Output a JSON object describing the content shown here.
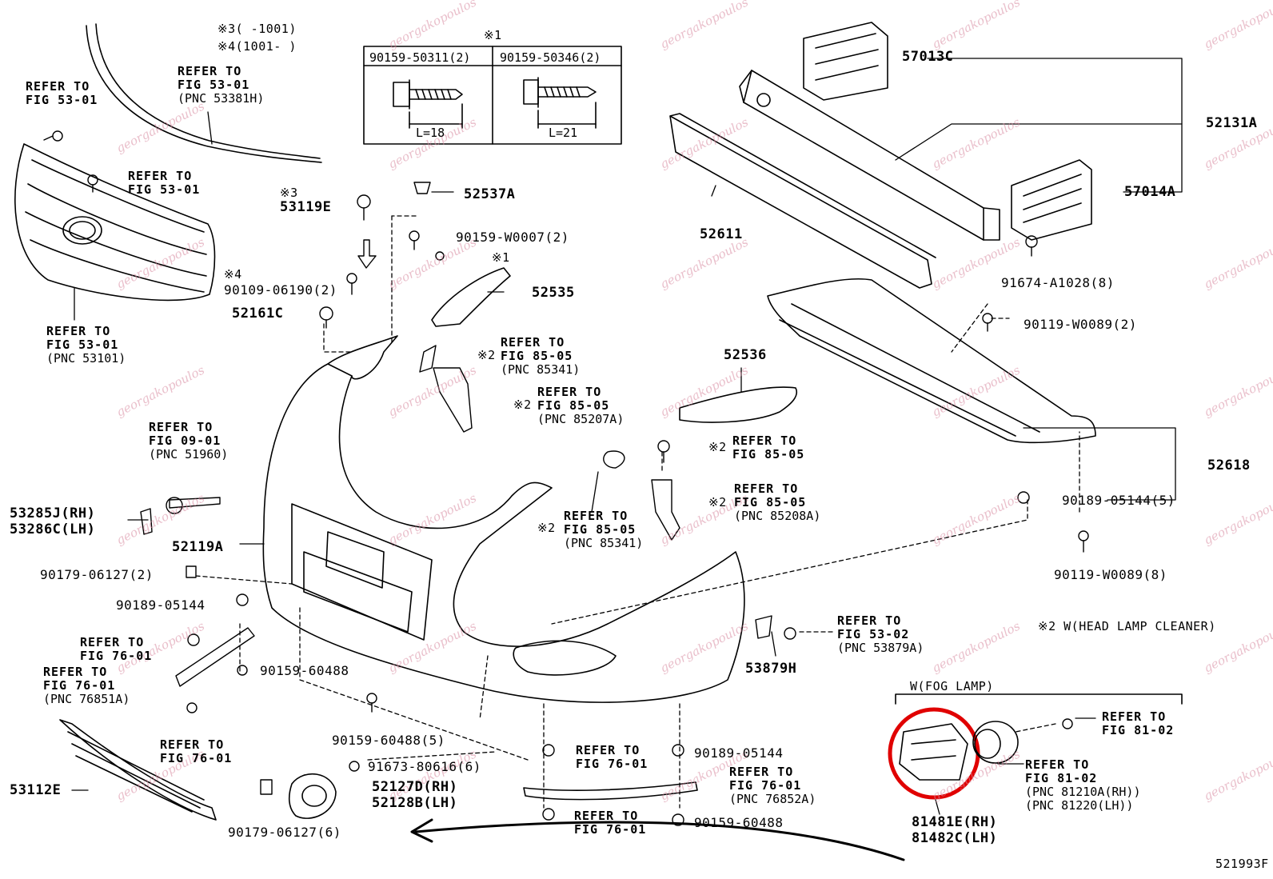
{
  "diagram": {
    "figure_id": "521993F",
    "watermark": "georgakopoulos",
    "highlight_color": "#e00000",
    "line_color": "#000000",
    "watermark_color": "#d88aa0"
  },
  "footnotes": {
    "n3": "※3(    -1001)",
    "n4": "※4(1001-    )",
    "n1": "※1",
    "n2": "※2 W(HEAD LAMP CLEANER)",
    "fog": "W(FOG LAMP)"
  },
  "bolt_table": {
    "headers": [
      "90159-50311(2)",
      "90159-50346(2)"
    ],
    "lengths": [
      "L=18",
      "L=21"
    ]
  },
  "parts": {
    "p57013C": "57013C",
    "p52131A": "52131A",
    "p57014A": "57014A",
    "p91674": "91674-A1028(8)",
    "p52611": "52611",
    "p90119a": "90119-W0089(2)",
    "p52536": "52536",
    "p52618": "52618",
    "p90189a": "90189-05144(5)",
    "p90119b": "90119-W0089(8)",
    "p52537A": "52537A",
    "p90159w": "90159-W0007(2)",
    "p52535": "52535",
    "p53119E": "53119E",
    "p53119E_mark": "※3",
    "p90109_mark": "※4",
    "p90109": "90109-06190(2)",
    "p52161C": "52161C",
    "p53285J": "53285J(RH)",
    "p53286C": "53286C(LH)",
    "p52119A": "52119A",
    "p90179a": "90179-06127(2)",
    "p90189b": "90189-05144",
    "p90159_60488a": "90159-60488",
    "p90159_60488b": "90159-60488(5)",
    "p91673": "91673-80616(6)",
    "p52127D": "52127D(RH)",
    "p52128B": "52128B(LH)",
    "p53112E": "53112E",
    "p90179b": "90179-06127(6)",
    "p90189c": "90189-05144",
    "p90159_60488c": "90159-60488",
    "p53879H": "53879H",
    "p81481E": "81481E(RH)",
    "p81482C": "81482C(LH)",
    "m1": "※1",
    "m2a": "※2",
    "m2b": "※2",
    "m2c": "※2",
    "m2d": "※2",
    "m2e": "※2"
  },
  "refs": {
    "r_tl1": {
      "a": "REFER TO",
      "b": "FIG 53-01",
      "c": ""
    },
    "r_mold": {
      "a": "REFER TO",
      "b": "FIG 53-01",
      "c": "(PNC 53381H)"
    },
    "r_clip": {
      "a": "REFER TO",
      "b": "FIG 53-01",
      "c": ""
    },
    "r_grille": {
      "a": "REFER TO",
      "b": "FIG 53-01",
      "c": "(PNC 53101)"
    },
    "r_hook": {
      "a": "REFER TO",
      "b": "FIG 09-01",
      "c": "(PNC 51960)"
    },
    "r_85341a": {
      "a": "REFER TO",
      "b": "FIG 85-05",
      "c": "(PNC 85341)"
    },
    "r_85207": {
      "a": "REFER TO",
      "b": "FIG 85-05",
      "c": "(PNC 85207A)"
    },
    "r_8505": {
      "a": "REFER TO",
      "b": "FIG 85-05",
      "c": ""
    },
    "r_85208": {
      "a": "REFER TO",
      "b": "FIG 85-05",
      "c": "(PNC 85208A)"
    },
    "r_85341b": {
      "a": "REFER TO",
      "b": "FIG 85-05",
      "c": "(PNC 85341)"
    },
    "r_53879": {
      "a": "REFER TO",
      "b": "FIG 53-02",
      "c": "(PNC 53879A)"
    },
    "r_7601a": {
      "a": "REFER TO",
      "b": "FIG 76-01",
      "c": ""
    },
    "r_76851": {
      "a": "REFER TO",
      "b": "FIG 76-01",
      "c": "(PNC 76851A)"
    },
    "r_7601b": {
      "a": "REFER TO",
      "b": "FIG 76-01",
      "c": ""
    },
    "r_7601c": {
      "a": "REFER TO",
      "b": "FIG 76-01",
      "c": ""
    },
    "r_76852": {
      "a": "REFER TO",
      "b": "FIG 76-01",
      "c": "(PNC 76852A)"
    },
    "r_7601d": {
      "a": "REFER TO",
      "b": "FIG 76-01",
      "c": ""
    },
    "r_8102a": {
      "a": "REFER TO",
      "b": "FIG 81-02",
      "c": ""
    },
    "r_8102b": {
      "a": "REFER TO",
      "b": "FIG 81-02",
      "c": "(PNC 81210A(RH))",
      "d": "(PNC 81220(LH))"
    }
  }
}
